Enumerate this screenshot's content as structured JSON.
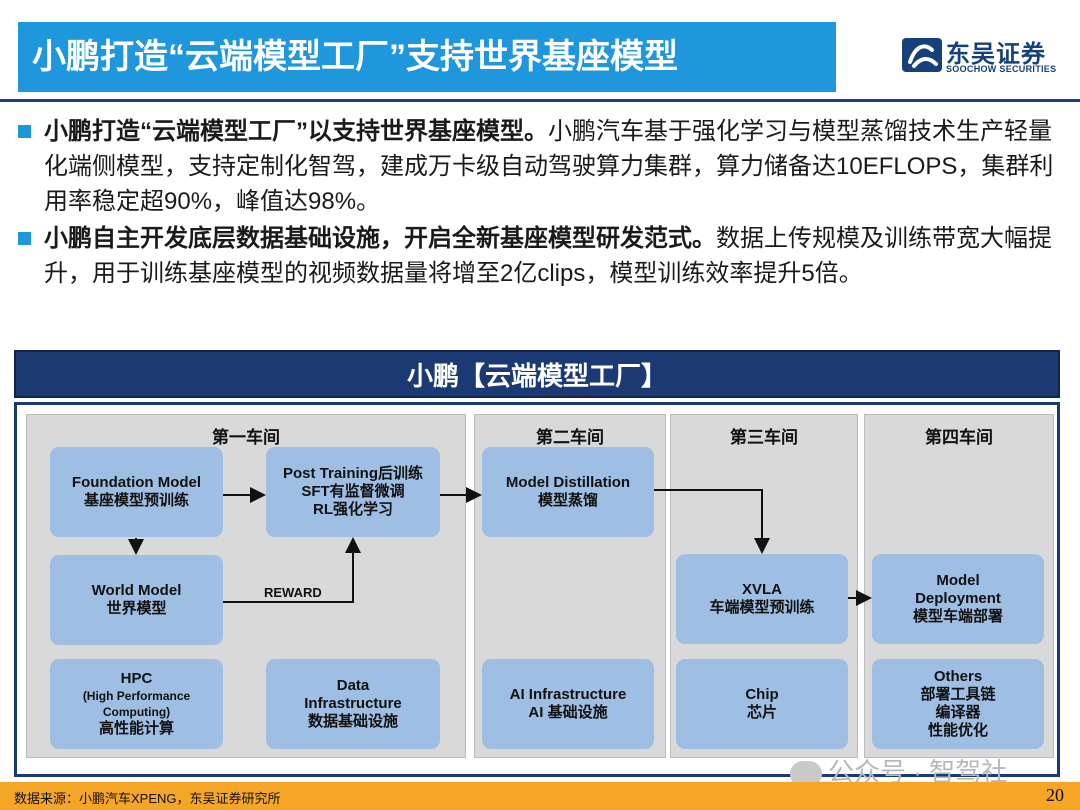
{
  "header": {
    "title": "小鹏打造“云端模型工厂”支持世界基座模型",
    "logo_cn": "东吴证券",
    "logo_en": "SOOCHOW SECURITIES",
    "brand_color": "#1e97dd",
    "logo_color": "#16407a"
  },
  "bullets": [
    {
      "bold": "小鹏打造“云端模型工厂”以支持世界基座模型。",
      "text": "小鹏汽车基于强化学习与模型蒸馏技术生产轻量化端侧模型，支持定制化智驾，建成万卡级自动驾驶算力集群，算力储备达10EFLOPS，集群利用率稳定超90%，峰值达98%。"
    },
    {
      "bold": "小鹏自主开发底层数据基础设施，开启全新基座模型研发范式。",
      "text": "数据上传规模及训练带宽大幅提升，用于训练基座模型的视频数据量将增至2亿clips，模型训练效率提升5倍。"
    }
  ],
  "diagram": {
    "title": "小鹏【云端模型工厂】",
    "workshops": [
      "第一车间",
      "第二车间",
      "第三车间",
      "第四车间"
    ],
    "boxes": {
      "foundation": {
        "l1": "Foundation Model",
        "l2": "基座模型预训练"
      },
      "post_training": {
        "l1": "Post Training后训练",
        "l2": "SFT有监督微调",
        "l3": "RL强化学习"
      },
      "world": {
        "l1": "World Model",
        "l2": "世界模型"
      },
      "hpc": {
        "l1": "HPC",
        "l2": "(High Performance",
        "l3": "Computing)",
        "l4": "高性能计算"
      },
      "data_infra": {
        "l1": "Data",
        "l2": "Infrastructure",
        "l3": "数据基础设施"
      },
      "distill": {
        "l1": "Model Distillation",
        "l2": "模型蒸馏"
      },
      "ai_infra": {
        "l1": "AI Infrastructure",
        "l2": "AI 基础设施"
      },
      "xvla": {
        "l1": "XVLA",
        "l2": "车端模型预训练"
      },
      "chip": {
        "l1": "Chip",
        "l2": "芯片"
      },
      "deploy": {
        "l1": "Model",
        "l2": "Deployment",
        "l3": "模型车端部署"
      },
      "others": {
        "l1": "Others",
        "l2": "部署工具链",
        "l3": "编译器",
        "l4": "性能优化"
      }
    },
    "reward_label": "REWARD",
    "box_color": "#9ebfe3",
    "workshop_color": "#d9d9d9",
    "title_color": "#1b3a74"
  },
  "footer": {
    "source": "数据来源：小鹏汽车XPENG，东吴证券研究所",
    "page": "20",
    "watermark": "公众号 · 智驾社",
    "bar_color": "#f5a627"
  }
}
